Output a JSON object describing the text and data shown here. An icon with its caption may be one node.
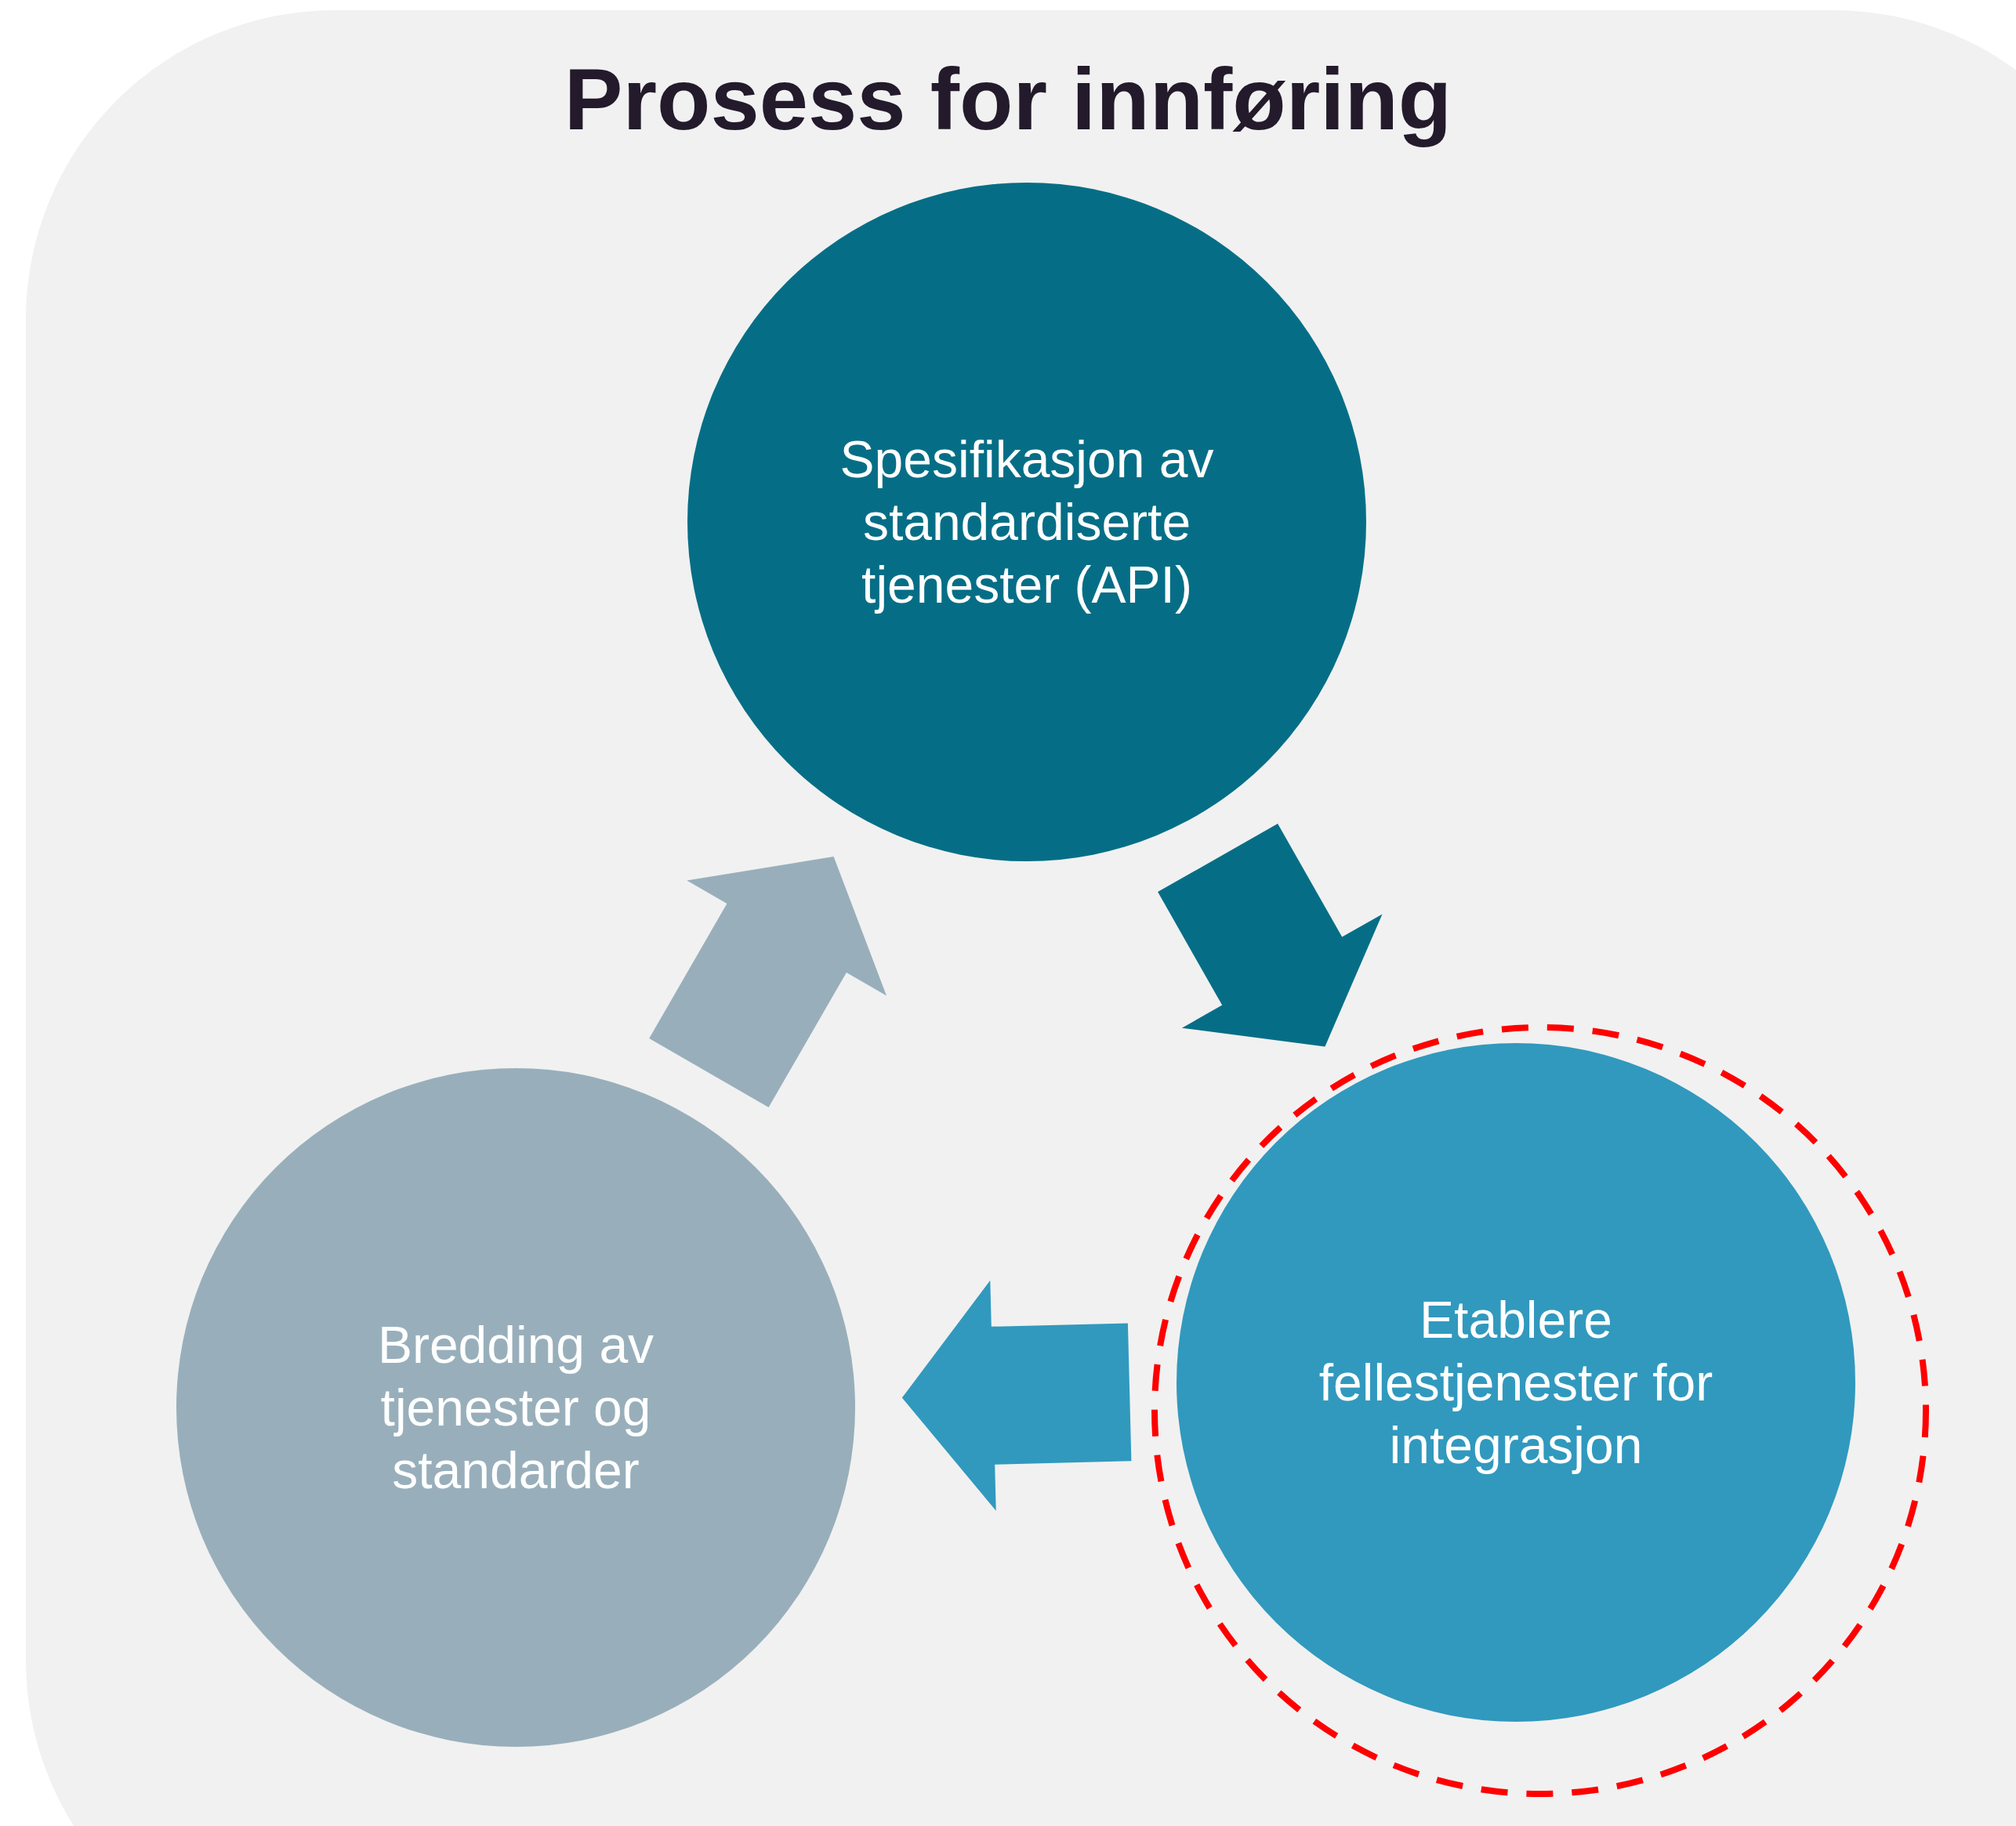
{
  "diagram": {
    "title": "Prosess for innføring",
    "nodes": [
      {
        "text": [
          "Spesifikasjon av standardiserte tjenester (API)"
        ]
      },
      {
        "text": [
          "Bredding av tjenester og standarder"
        ]
      },
      {
        "text": [],
        "shape": "circle"
      },
      {
        "text": [
          "Etablere fellestjenester for integrasjon"
        ],
        "in": 2
      }
    ],
    "edges": [
      {
        "from": 0,
        "to": 3,
        "arrow": "to",
        "style": "thick",
        "color": "#056e86"
      },
      {
        "from": 3,
        "to": 1,
        "arrow": "to",
        "style": "thick",
        "color": "#3199be"
      },
      {
        "from": 1,
        "to": 0,
        "arrow": "to",
        "style": "thick",
        "color": "#98afbb"
      }
    ]
  }
}
